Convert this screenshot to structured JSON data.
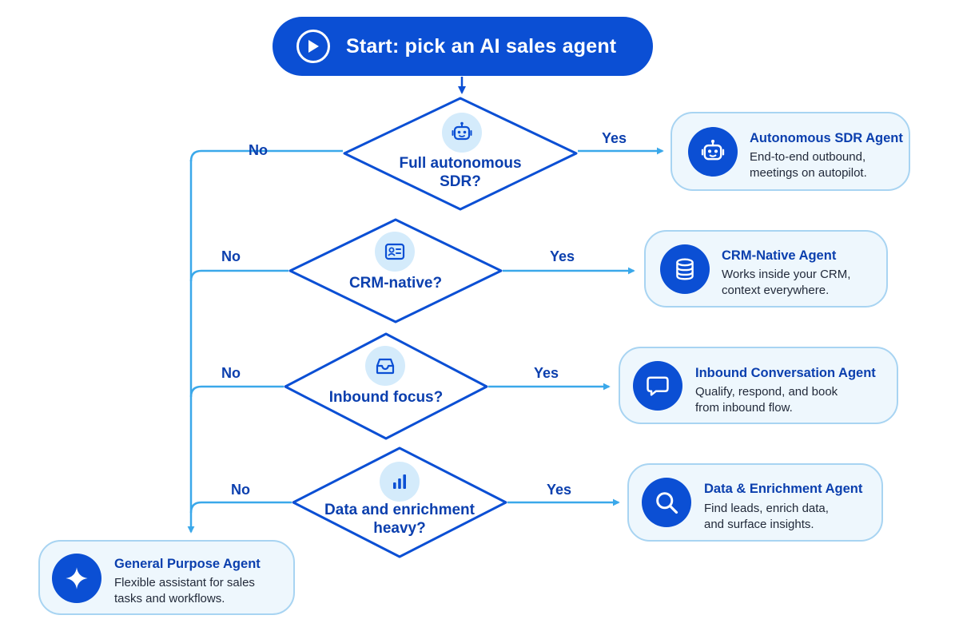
{
  "start": {
    "label": "Start: pick an AI sales agent",
    "icon": "play-icon"
  },
  "decisions": [
    {
      "id": "autonomous",
      "question": "Full autonomous SDR?",
      "icon": "robot-icon",
      "yes": "Yes",
      "no": "No"
    },
    {
      "id": "crm",
      "question": "CRM-native?",
      "icon": "contact-card-icon",
      "yes": "Yes",
      "no": "No"
    },
    {
      "id": "inbound",
      "question": "Inbound focus?",
      "icon": "inbox-icon",
      "yes": "Yes",
      "no": "No"
    },
    {
      "id": "data",
      "question": "Data and enrichment heavy?",
      "icon": "bar-chart-icon",
      "yes": "Yes",
      "no": "No"
    }
  ],
  "outcomes": [
    {
      "title": "Autonomous SDR Agent",
      "desc_line1": "End-to-end outbound,",
      "desc_line2": "meetings on autopilot.",
      "icon": "robot-icon"
    },
    {
      "title": "CRM-Native Agent",
      "desc_line1": "Works inside your CRM,",
      "desc_line2": "context everywhere.",
      "icon": "database-icon"
    },
    {
      "title": "Inbound Conversation Agent",
      "desc_line1": "Qualify, respond, and book",
      "desc_line2": "from inbound flow.",
      "icon": "chat-bubble-icon"
    },
    {
      "title": "Data & Enrichment Agent",
      "desc_line1": "Find leads, enrich data,",
      "desc_line2": "and surface insights.",
      "icon": "search-icon"
    },
    {
      "title": "General Purpose Agent",
      "desc_line1": "Flexible assistant for sales",
      "desc_line2": "tasks and workflows.",
      "icon": "sparkle-icon"
    }
  ],
  "colors": {
    "primary": "#0b4fd4",
    "heading": "#0b3fae",
    "connector": "#3aa8ea",
    "card_fill": "#eef7fd",
    "card_border": "#a8d4f2",
    "icon_bubble": "#d4ebfb"
  }
}
